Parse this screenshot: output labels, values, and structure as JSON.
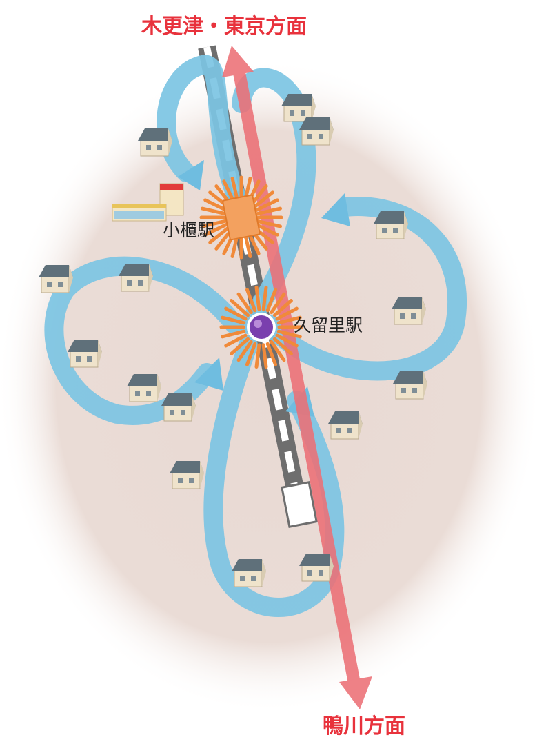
{
  "labels": {
    "north_direction": "木更津・東京方面",
    "south_direction": "鴨川方面",
    "station_obitsu": "小櫃駅",
    "station_kururi": "久留里駅"
  },
  "colors": {
    "background_blob": "#eadcd6",
    "loop_arrow": "#7cc4e3",
    "direction_arrow": "#ec7076",
    "direction_text": "#e8323c",
    "burst": "#f08a3a",
    "station_marker": "#7a3fae",
    "track": "#6e6e6e",
    "house_roof": "#5e6f78",
    "house_wall": "#ece0c8"
  },
  "icons": {
    "house": "house-icon",
    "station_marker": "purple-station-dot-icon",
    "shop": "shop-building-icon",
    "burst": "burst-icon"
  }
}
